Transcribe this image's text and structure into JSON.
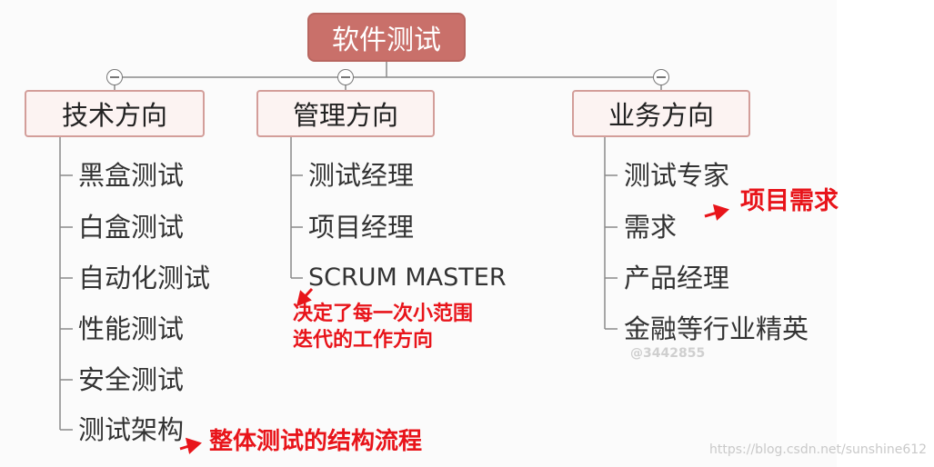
{
  "root": {
    "label": "软件测试"
  },
  "branches": [
    {
      "label": "技术方向",
      "items": [
        "黑盒测试",
        "白盒测试",
        "自动化测试",
        "性能测试",
        "安全测试",
        "测试架构"
      ]
    },
    {
      "label": "管理方向",
      "items": [
        "测试经理",
        "项目经理",
        "SCRUM MASTER"
      ]
    },
    {
      "label": "业务方向",
      "items": [
        "测试专家",
        "需求",
        "产品经理",
        "金融等行业精英"
      ]
    }
  ],
  "annotations": {
    "requirement_note": "项目需求",
    "scrum_note_line1": "决定了每一次小范围",
    "scrum_note_line2": "迭代的工作方向",
    "architecture_note": "整体测试的结构流程"
  },
  "watermarks": {
    "inner": "@3442855",
    "corner": "https://blog.csdn.net/sunshine612"
  },
  "colors": {
    "root_fill": "#c9706a",
    "branch_fill": "#fcf3f2",
    "branch_border": "#d39e9a",
    "annotation": "#e8141a"
  }
}
